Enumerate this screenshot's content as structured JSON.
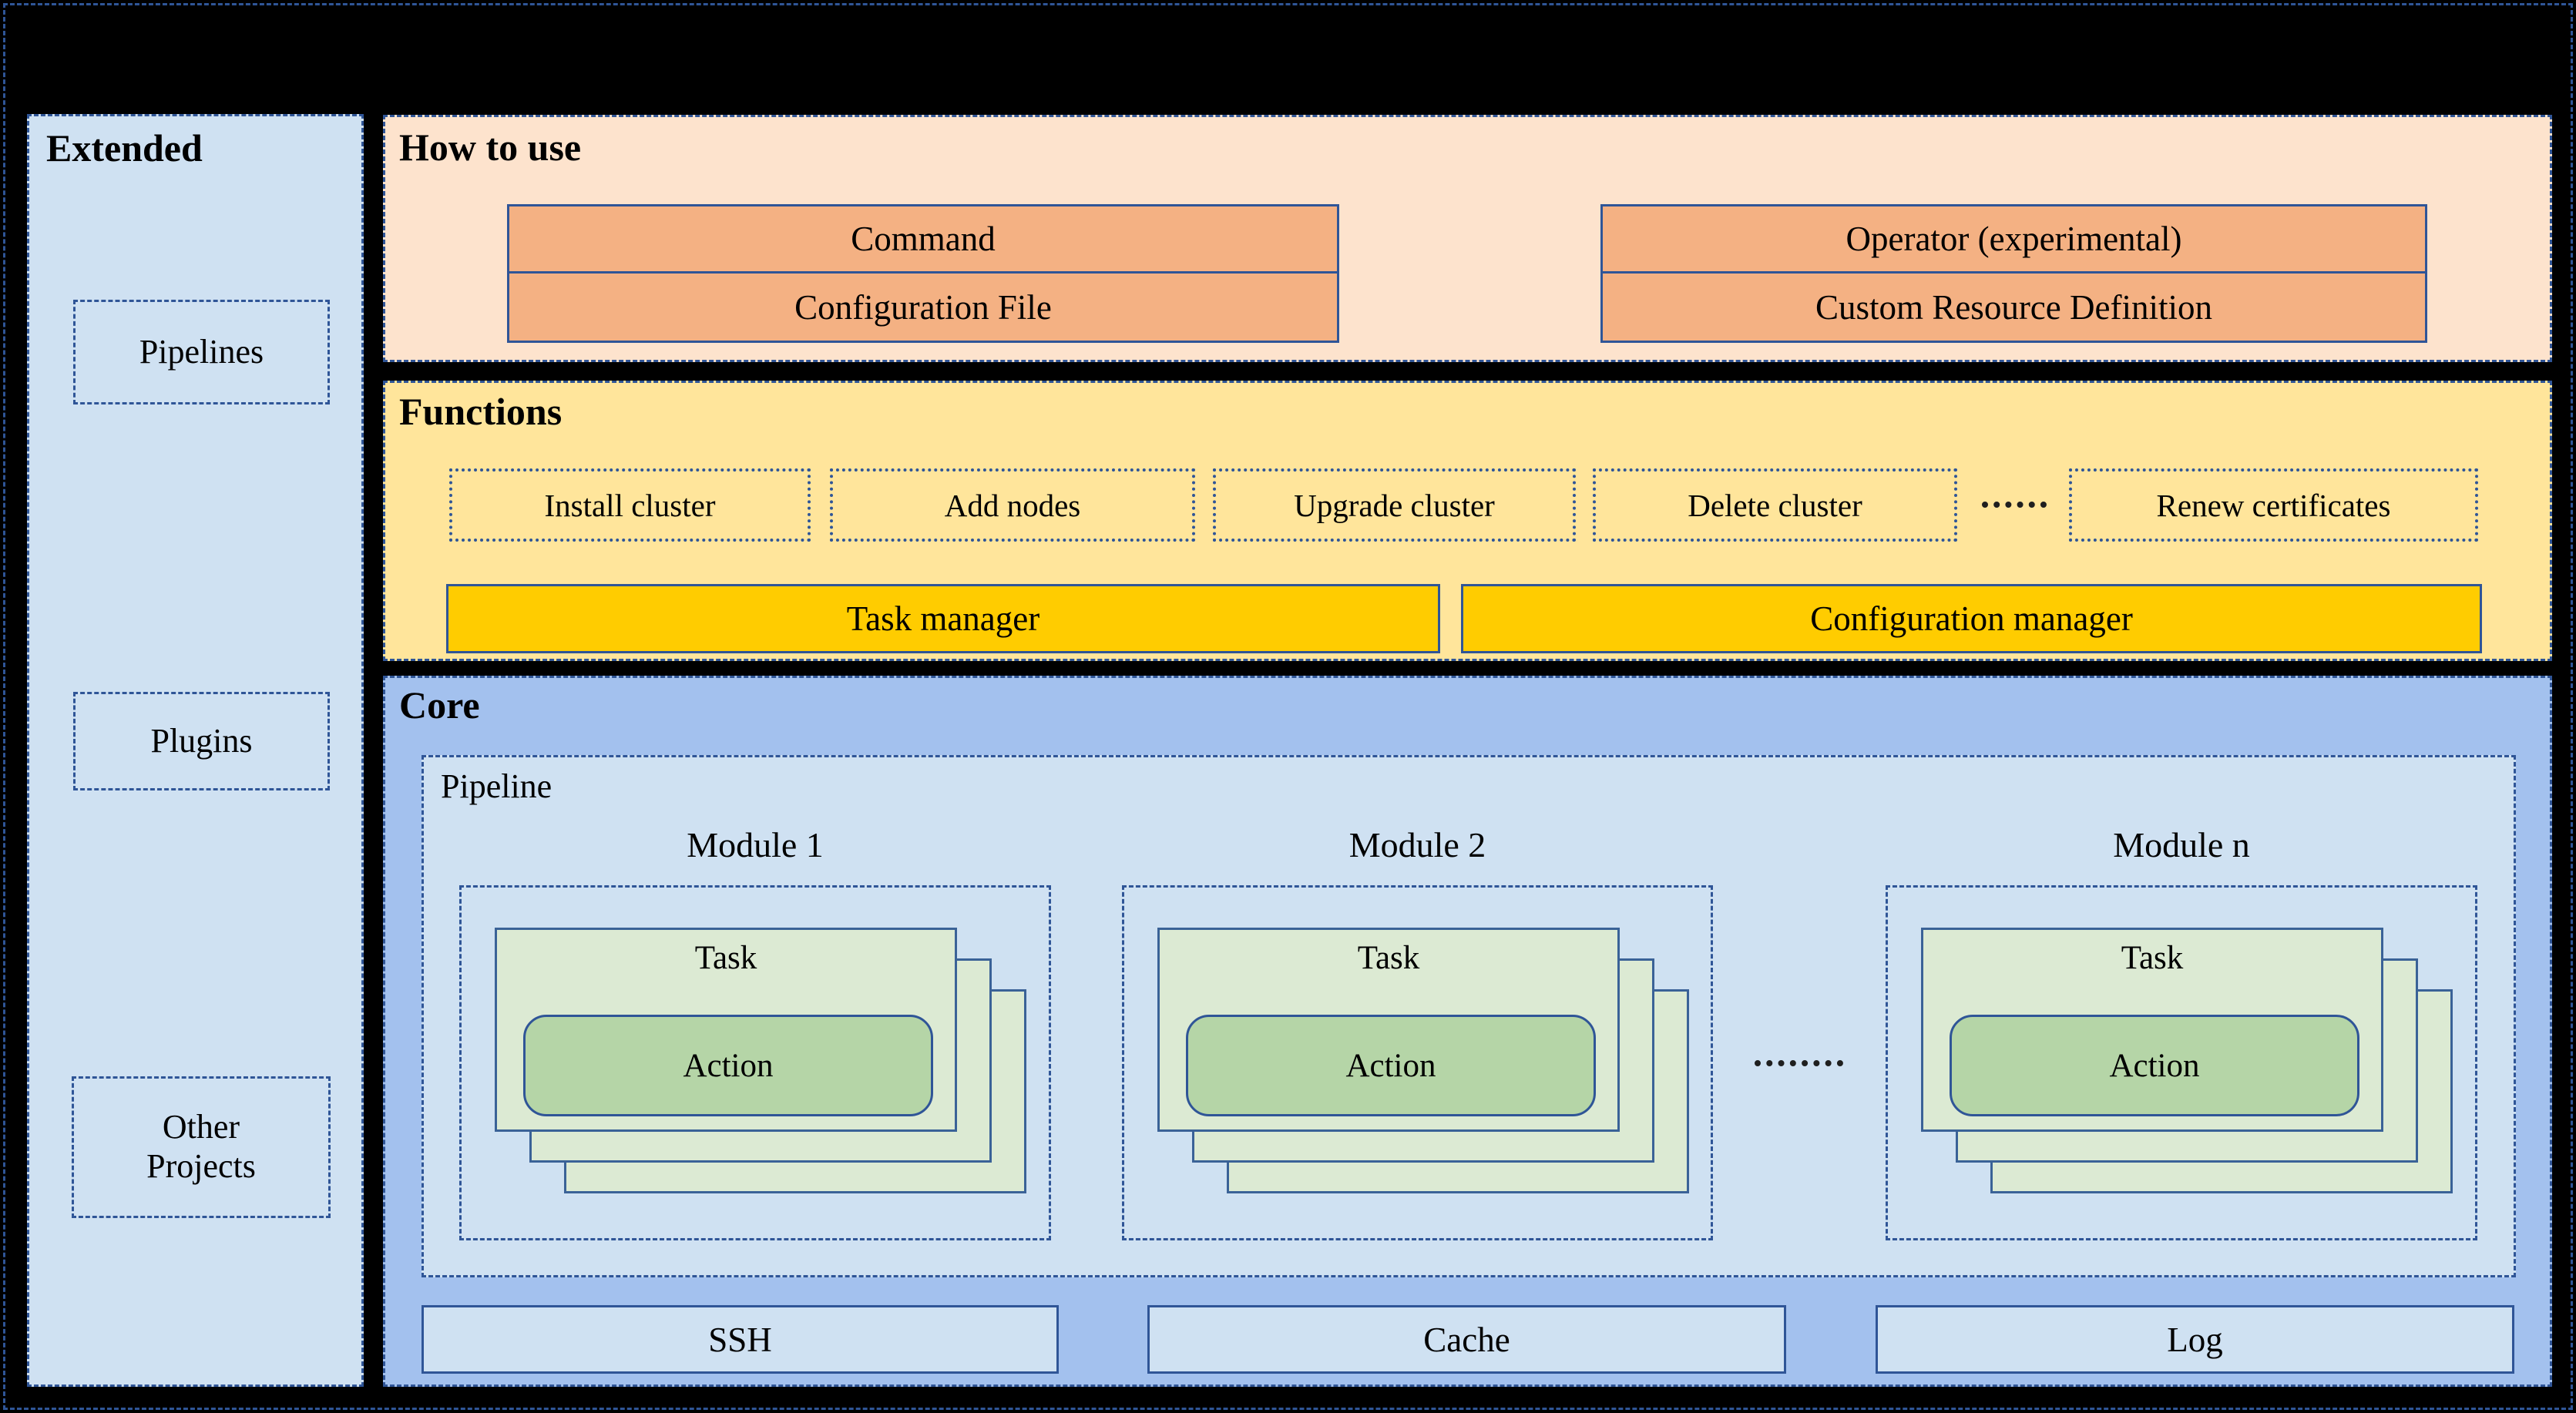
{
  "colors": {
    "canvas_bg": "#000000",
    "border_blue": "#2f5597",
    "panel_light_blue": "#cfe1f2",
    "core_blue": "#a3c1ee",
    "peach_bg": "#fde3cd",
    "orange_box": "#f4b183",
    "yellow_bg": "#ffe59b",
    "gold_box": "#ffcc00",
    "task_green": "#dcead3",
    "action_green": "#b5d5a7"
  },
  "sidebar": {
    "title": "Extended",
    "items": [
      {
        "label": "Pipelines"
      },
      {
        "label": "Plugins"
      },
      {
        "label": "Other Projects"
      }
    ]
  },
  "how_to_use": {
    "title": "How to use",
    "stacks": [
      {
        "top": "Command",
        "bottom": "Configuration File"
      },
      {
        "top": "Operator (experimental)",
        "bottom": "Custom Resource Definition"
      }
    ]
  },
  "functions": {
    "title": "Functions",
    "boxes": [
      {
        "label": "Install cluster"
      },
      {
        "label": "Add nodes"
      },
      {
        "label": "Upgrade cluster"
      },
      {
        "label": "Delete cluster"
      },
      {
        "label": "Renew certificates"
      }
    ],
    "managers": [
      {
        "label": "Task manager"
      },
      {
        "label": "Configuration manager"
      }
    ]
  },
  "core": {
    "title": "Core",
    "pipeline_label": "Pipeline",
    "modules": [
      {
        "label": "Module 1"
      },
      {
        "label": "Module 2"
      },
      {
        "label": "Module n"
      }
    ],
    "task_label": "Task",
    "action_label": "Action",
    "services": [
      {
        "label": "SSH"
      },
      {
        "label": "Cache"
      },
      {
        "label": "Log"
      }
    ]
  }
}
